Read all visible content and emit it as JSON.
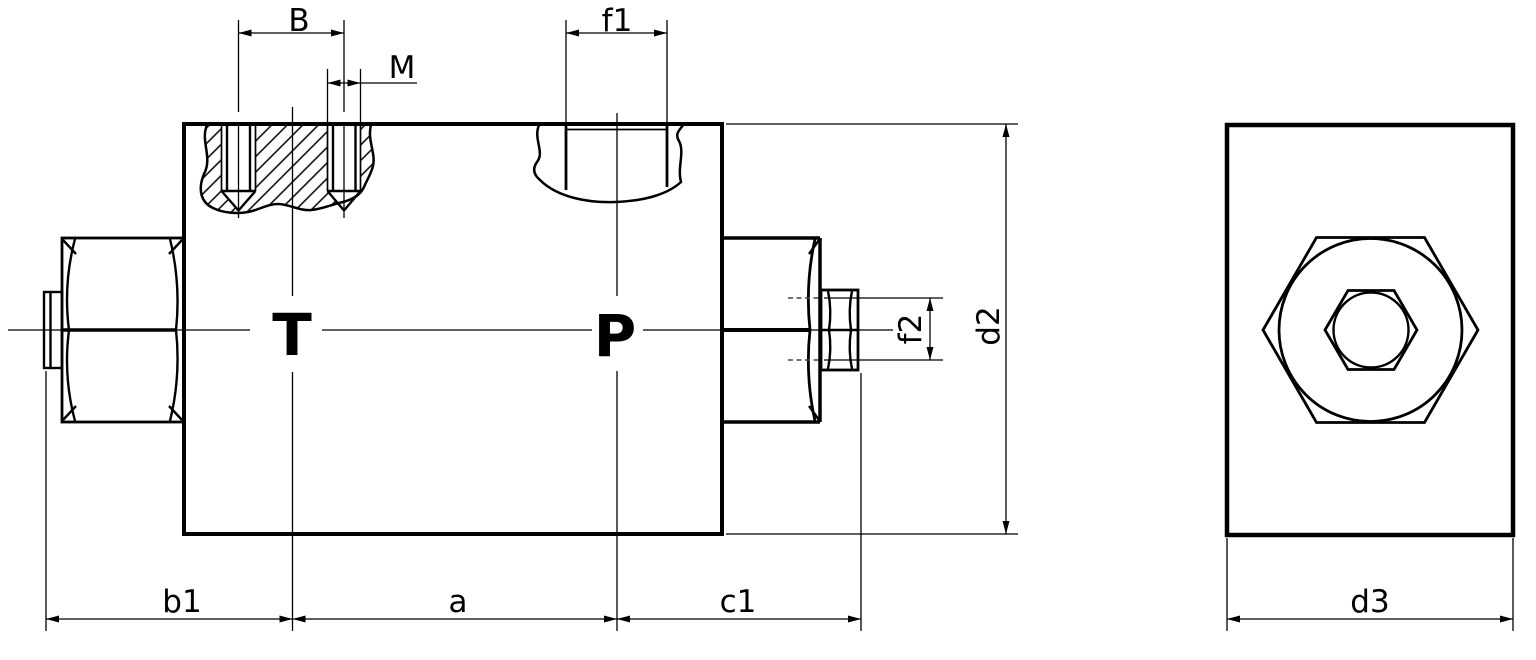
{
  "labels": {
    "dim_B": "B",
    "dim_M": "M",
    "dim_f1": "f1",
    "dim_f2": "f2",
    "dim_d2": "d2",
    "dim_d3": "d3",
    "dim_b1": "b1",
    "dim_a": "a",
    "dim_c1": "c1",
    "port_T": "T",
    "port_P": "P"
  },
  "colors": {
    "line": "#000000",
    "background": "#ffffff",
    "hidden_line": "#444444"
  }
}
